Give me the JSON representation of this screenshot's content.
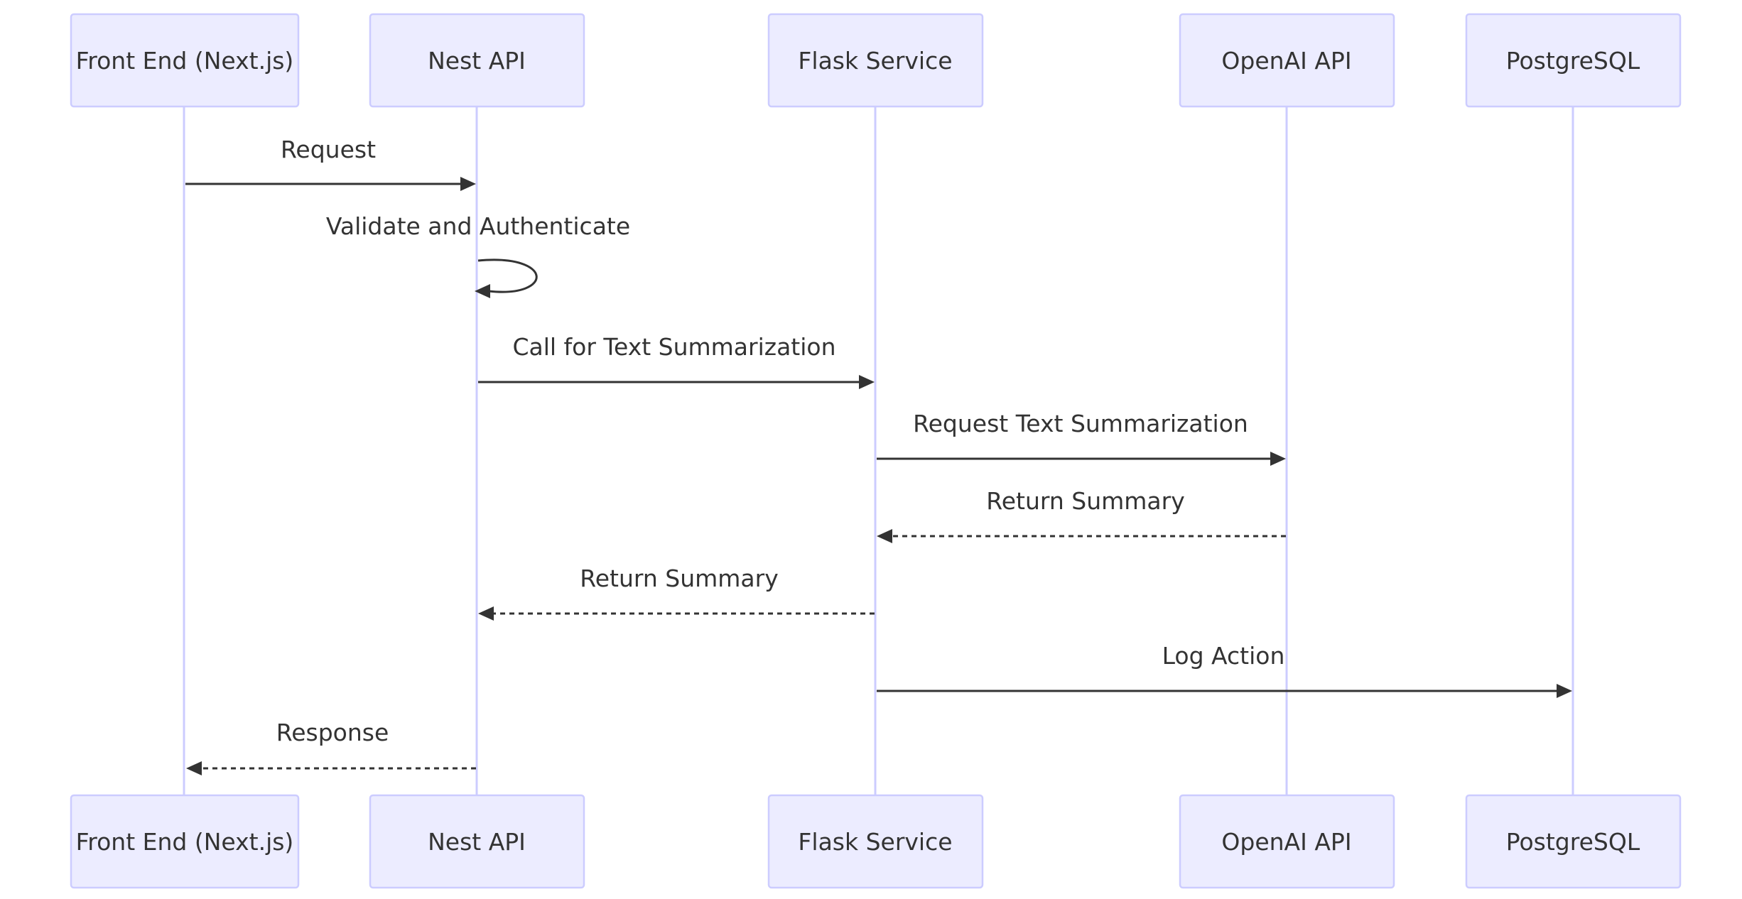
{
  "participants": [
    {
      "id": "frontend",
      "label": "Front End (Next.js)"
    },
    {
      "id": "nest",
      "label": "Nest API"
    },
    {
      "id": "flask",
      "label": "Flask Service"
    },
    {
      "id": "openai",
      "label": "OpenAI API"
    },
    {
      "id": "postgres",
      "label": "PostgreSQL"
    }
  ],
  "messages": [
    {
      "from": "frontend",
      "to": "nest",
      "label": "Request",
      "style": "solid"
    },
    {
      "from": "nest",
      "to": "nest",
      "label": "Validate and Authenticate",
      "style": "solid"
    },
    {
      "from": "nest",
      "to": "flask",
      "label": "Call for Text Summarization",
      "style": "solid"
    },
    {
      "from": "flask",
      "to": "openai",
      "label": "Request Text Summarization",
      "style": "solid"
    },
    {
      "from": "openai",
      "to": "flask",
      "label": "Return Summary",
      "style": "dashed"
    },
    {
      "from": "flask",
      "to": "nest",
      "label": "Return Summary",
      "style": "dashed"
    },
    {
      "from": "flask",
      "to": "postgres",
      "label": "Log Action",
      "style": "solid"
    },
    {
      "from": "nest",
      "to": "frontend",
      "label": "Response",
      "style": "dashed"
    }
  ],
  "colors": {
    "actor_fill": "#ECECFF",
    "actor_stroke": "#CCCCFF",
    "lifeline": "#CCCCFF",
    "text": "#333333",
    "arrow": "#333333"
  }
}
